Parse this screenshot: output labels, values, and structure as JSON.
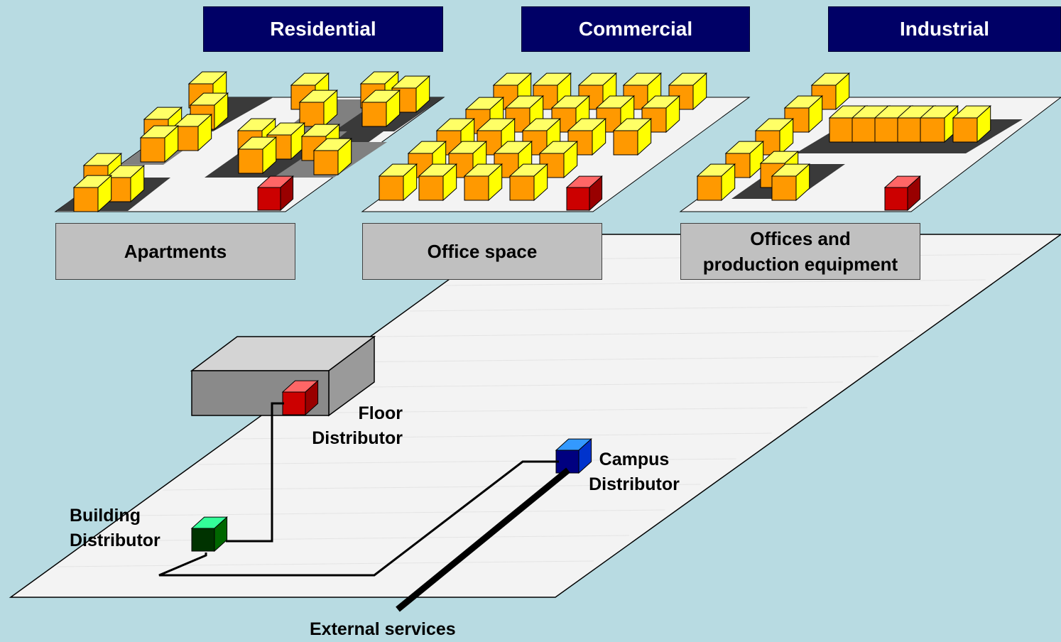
{
  "headers": {
    "residential": "Residential",
    "commercial": "Commercial",
    "industrial": "Industrial"
  },
  "captions": {
    "apartments": "Apartments",
    "office_space": "Office space",
    "offices_production": "Offices and\nproduction equipment"
  },
  "labels": {
    "floor_distributor": "Floor\nDistributor",
    "campus_distributor": "Campus\nDistributor",
    "building_distributor": "Building\nDistributor",
    "external_services": "External services"
  },
  "colors": {
    "background": "#b8dbe2",
    "header_fill": "#000066",
    "floor_plate": "#f3f3f3",
    "caption_fill": "#c0c0c0",
    "outlet_front": "#ff9900",
    "outlet_side": "#ffff00",
    "floor_distributor": "#cc0000",
    "building_distributor": "#003300",
    "campus_distributor": "#000080"
  }
}
